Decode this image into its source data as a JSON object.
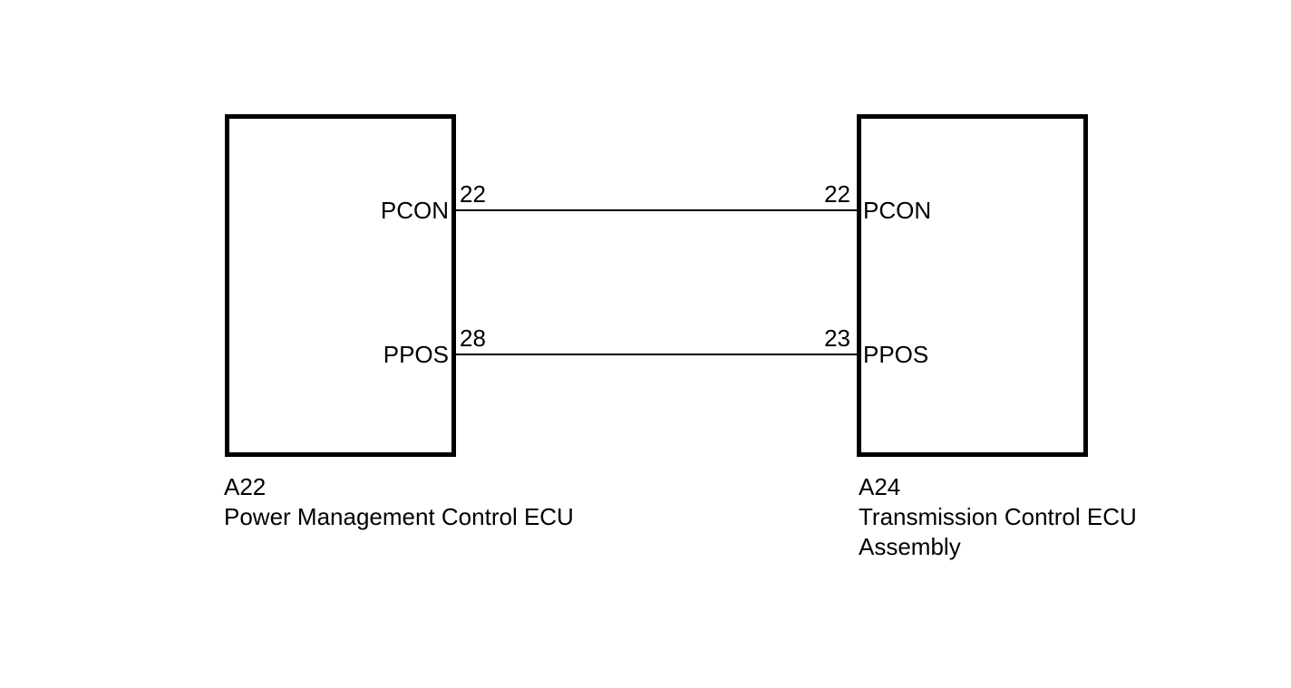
{
  "diagram_type": "wiring-diagram",
  "colors": {
    "background": "#ffffff",
    "line": "#000000",
    "text": "#000000"
  },
  "components": [
    {
      "code": "A22",
      "name": "Power Management Control ECU",
      "pins": [
        {
          "name": "PCON",
          "terminal": "22"
        },
        {
          "name": "PPOS",
          "terminal": "28"
        }
      ]
    },
    {
      "code": "A24",
      "name": "Transmission Control ECU Assembly",
      "pins": [
        {
          "name": "PCON",
          "terminal": "22"
        },
        {
          "name": "PPOS",
          "terminal": "23"
        }
      ]
    }
  ],
  "wires": [
    {
      "from": "A22:22:PCON",
      "to": "A24:22:PCON"
    },
    {
      "from": "A22:28:PPOS",
      "to": "A24:23:PPOS"
    }
  ]
}
